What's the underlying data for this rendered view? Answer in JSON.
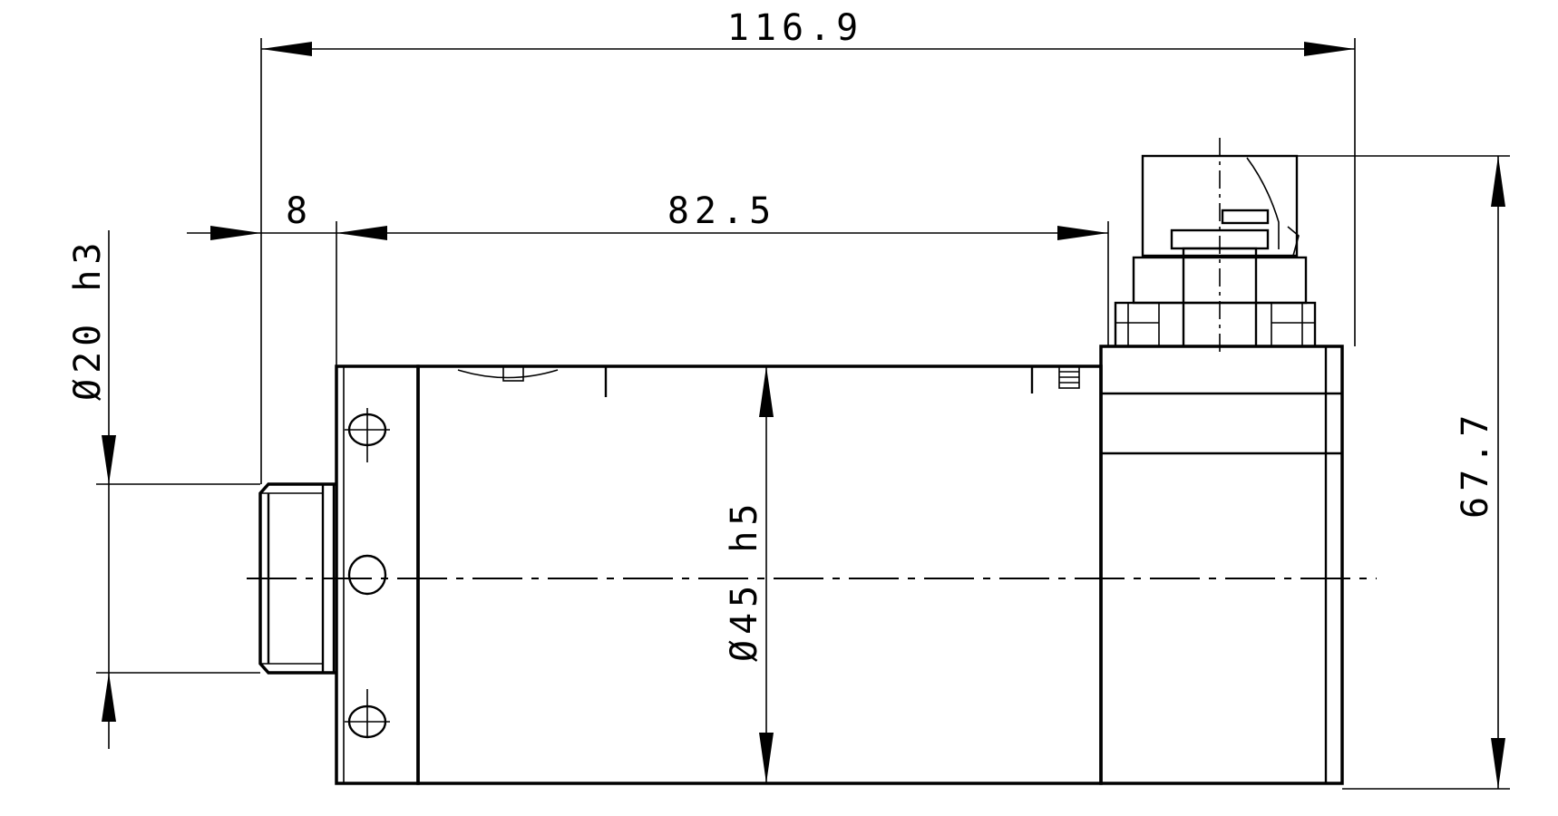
{
  "dimensions": {
    "overall_length": "116.9",
    "shaft_offset": "8",
    "body_length": "82.5",
    "shaft_diameter": "Ø20 h3",
    "body_diameter": "Ø45 h5",
    "overall_height": "67.7"
  },
  "colors": {
    "line": "#000000",
    "background": "#ffffff"
  }
}
